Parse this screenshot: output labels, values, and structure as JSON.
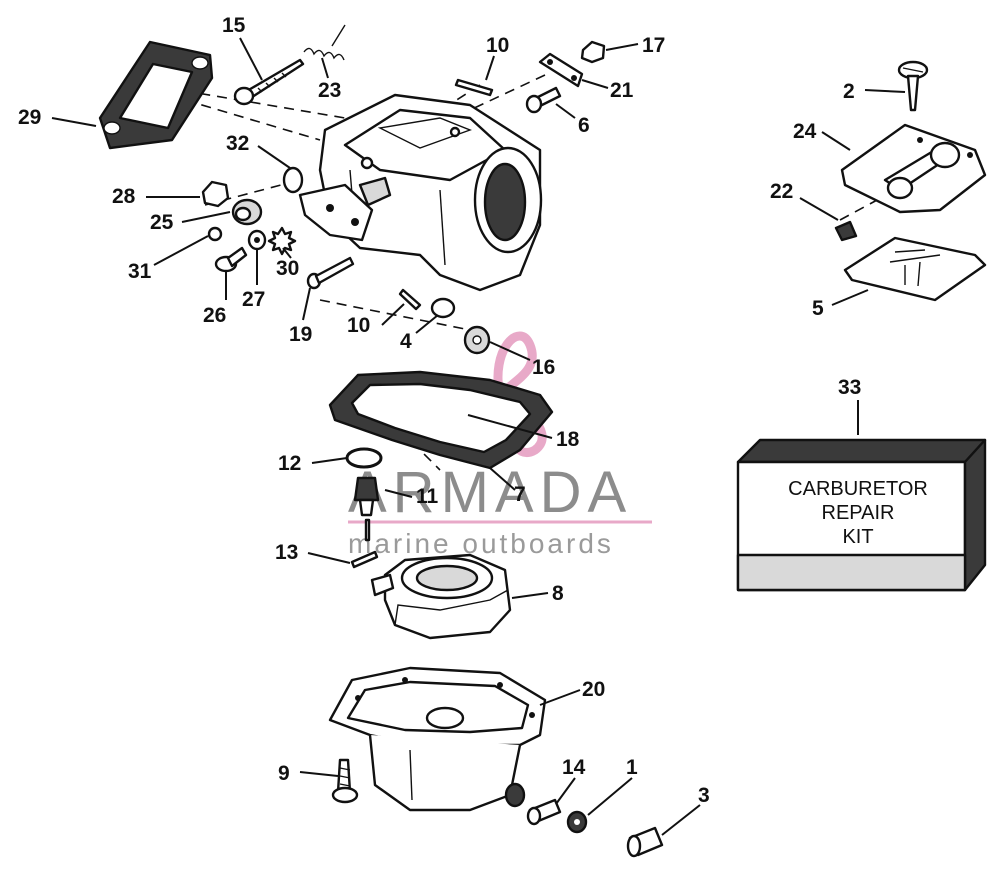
{
  "watermark": {
    "brand": "ARMADA",
    "tagline": "marine outboards",
    "accent_color": "#e8a9c8",
    "text_color": "#8c8c8c"
  },
  "kit": {
    "line1": "CARBURETOR",
    "line2": "REPAIR",
    "line3": "KIT"
  },
  "parts": [
    {
      "label": "15"
    },
    {
      "label": "23"
    },
    {
      "label": "10"
    },
    {
      "label": "17"
    },
    {
      "label": "21"
    },
    {
      "label": "6"
    },
    {
      "label": "2"
    },
    {
      "label": "24"
    },
    {
      "label": "22"
    },
    {
      "label": "5"
    },
    {
      "label": "29"
    },
    {
      "label": "32"
    },
    {
      "label": "28"
    },
    {
      "label": "25"
    },
    {
      "label": "31"
    },
    {
      "label": "30"
    },
    {
      "label": "26"
    },
    {
      "label": "27"
    },
    {
      "label": "19"
    },
    {
      "label": "10"
    },
    {
      "label": "4"
    },
    {
      "label": "16"
    },
    {
      "label": "33"
    },
    {
      "label": "18"
    },
    {
      "label": "12"
    },
    {
      "label": "11"
    },
    {
      "label": "7"
    },
    {
      "label": "13"
    },
    {
      "label": "8"
    },
    {
      "label": "20"
    },
    {
      "label": "9"
    },
    {
      "label": "14"
    },
    {
      "label": "1"
    },
    {
      "label": "3"
    }
  ]
}
